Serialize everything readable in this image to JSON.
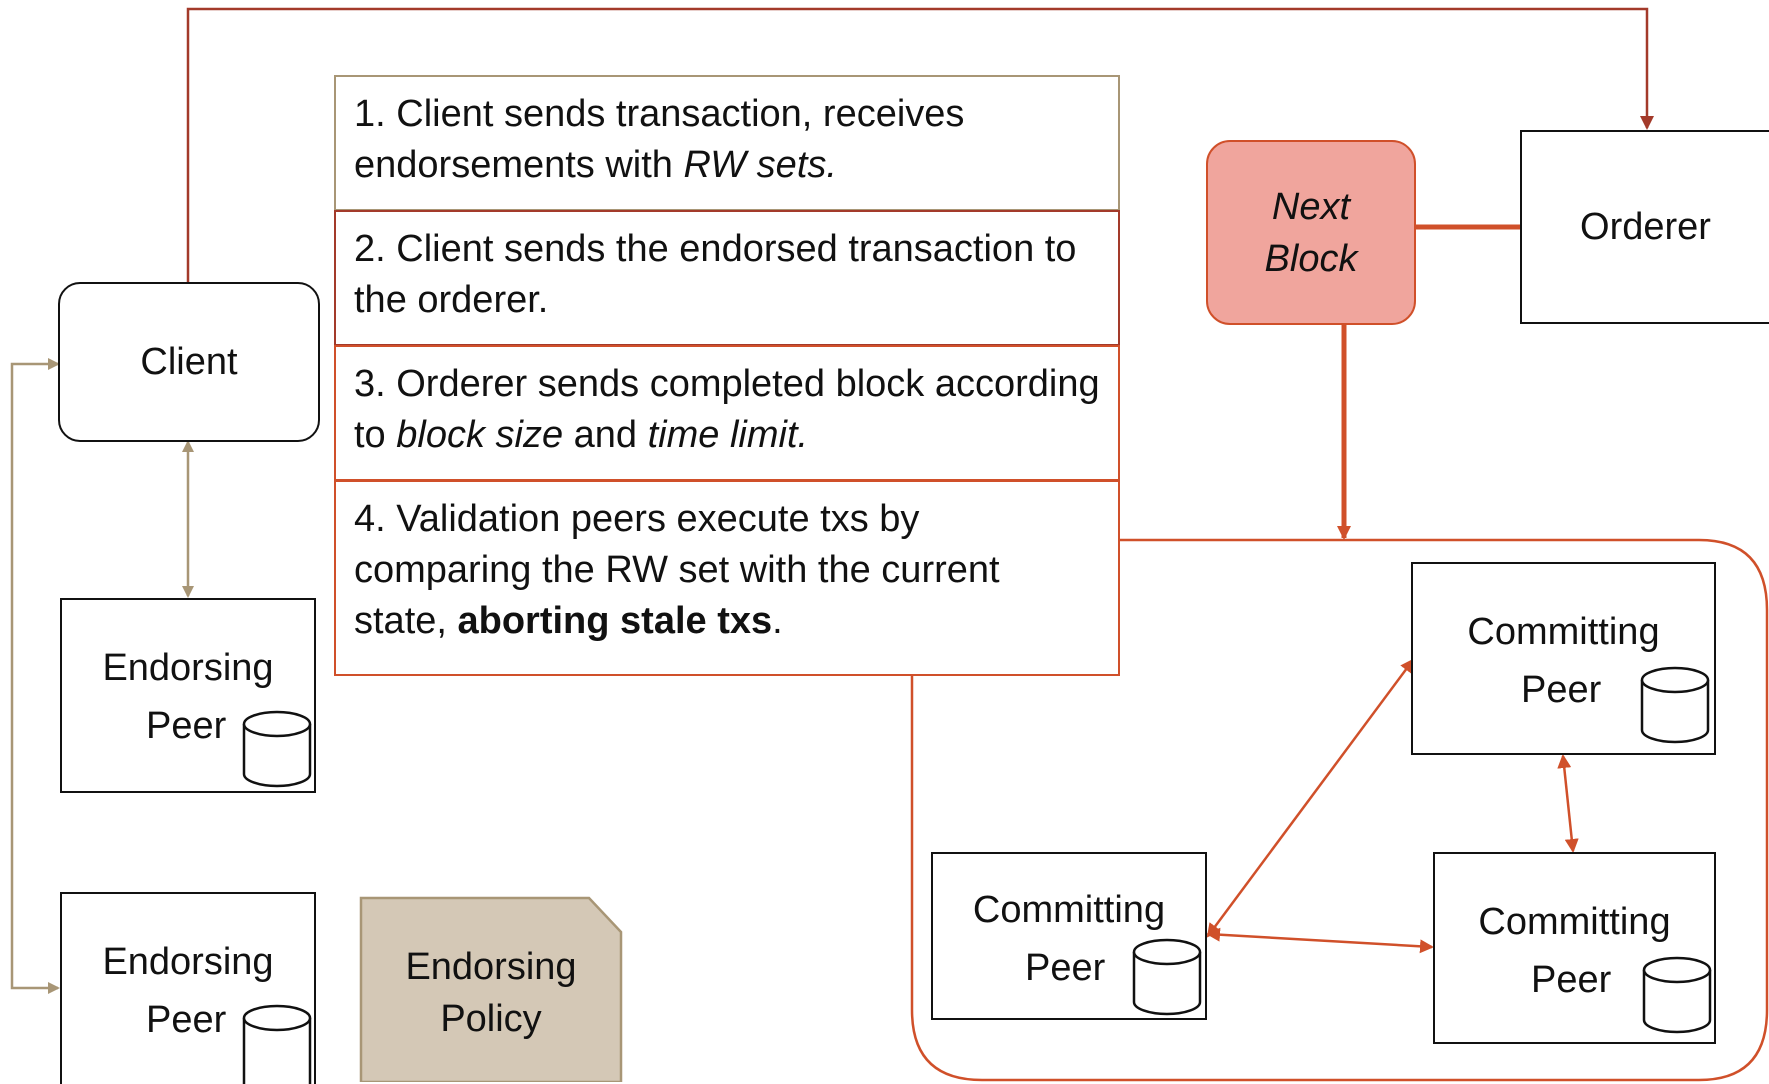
{
  "client": {
    "label": "Client"
  },
  "steps": [
    {
      "prefix": "1. Client sends transaction, receives endorsements with ",
      "italic": "RW sets."
    },
    {
      "text": "2. Client sends the endorsed transaction to the orderer."
    },
    {
      "prefix": "3. Orderer sends completed block according to ",
      "italic1": "block size",
      "mid": " and ",
      "italic2": "time limit."
    },
    {
      "prefix": "4. Validation peers execute txs by comparing the RW set with the current state, ",
      "bold": "aborting stale txs",
      "suffix": "."
    }
  ],
  "next_block": {
    "line1": "Next",
    "line2": "Block"
  },
  "orderer": {
    "label": "Orderer"
  },
  "endorsing_peers": [
    {
      "line1": "Endorsing",
      "line2": "Peer"
    },
    {
      "line1": "Endorsing",
      "line2": "Peer"
    }
  ],
  "endorsing_policy": {
    "line1": "Endorsing",
    "line2": "Policy"
  },
  "committing_peers": [
    {
      "line1": "Committing",
      "line2": "Peer"
    },
    {
      "line1": "Committing",
      "line2": "Peer"
    },
    {
      "line1": "Committing",
      "line2": "Peer"
    }
  ],
  "colors": {
    "accent": "#d0502a",
    "client_line": "#a33a2a",
    "tan": "#a89676",
    "next_block_fill": "#f0a59d",
    "policy_fill": "#d4c8b6"
  }
}
